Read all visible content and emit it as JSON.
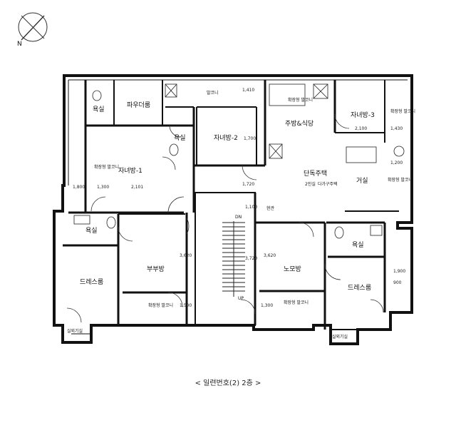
{
  "rooms": {
    "bath_top_left": "욕실",
    "pantry": "파우더룸",
    "balcony_top": "발코니",
    "bath_mid": "욕실",
    "child_room_2": "자녀방-2",
    "kitchen_dining": "주방&식당",
    "child_room_3": "자녀방-3",
    "child_room_1": "자녀방-1",
    "unit_title": "단독주택",
    "unit_sub_a": "2인실",
    "unit_sub_b": "다가구주택",
    "living_room": "거실",
    "entrance": "현관",
    "bath_left": "욕실",
    "master_bedroom": "부부방",
    "dress_room_left": "드레스룸",
    "parents_room": "노모방",
    "bath_right": "욕실",
    "dress_room_right": "드레스룸",
    "outdoor_unit_left": "실외기실",
    "outdoor_unit_right": "실외기실",
    "ext_balcony_1": "확장형 발코니",
    "ext_balcony_2": "확장형 발코니",
    "ext_balcony_3": "확장형 발코니",
    "ext_balcony_4": "확장형 발코니",
    "ext_balcony_5": "확장형 발코니",
    "ext_balcony_6": "확장형 발코니",
    "stair_dn": "DN",
    "stair_up": "UP"
  },
  "dimensions": {
    "d1": "1,410",
    "d2": "1,700",
    "d3": "1,720",
    "d4": "2,100",
    "d5": "1,430",
    "d6": "1,300",
    "d7": "1,200",
    "d8": "2,101",
    "d9": "1,800",
    "d10": "3,620",
    "d11": "3,620",
    "d12": "3,720",
    "d13": "1,500",
    "d14": "1,300",
    "d15": "1,900",
    "d16": "1,100",
    "d17": "900"
  },
  "caption": "< 일련번호(2) 2층 >",
  "compass": "N"
}
